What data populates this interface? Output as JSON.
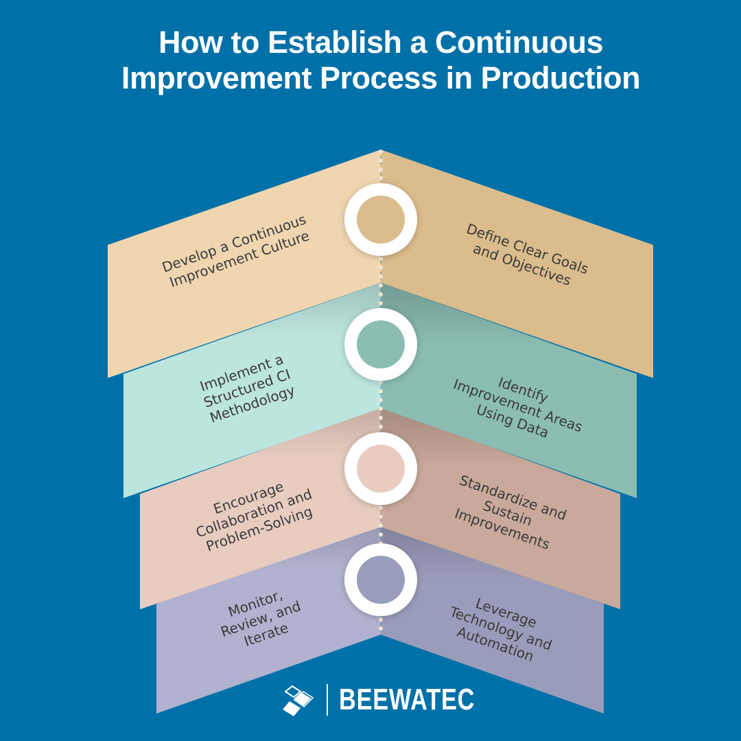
{
  "header": {
    "title_line1": "How to Establish a Continuous",
    "title_line2": "Improvement Process in Production"
  },
  "colors": {
    "background": "#0070A8",
    "band1_left": "#EFD6B0",
    "band1_right": "#DBBC8C",
    "band2_left": "#BCE5DE",
    "band2_right": "#8BBDB2",
    "band3_left": "#E8CCC0",
    "band3_right": "#C9A99B",
    "band4_left": "#B1B2CF",
    "band4_right": "#9A9CBB",
    "ring": "#FFFFFF"
  },
  "steps": [
    {
      "side": "left",
      "band": 1,
      "line1": "Develop a Continuous",
      "line2": "Improvement Culture",
      "line3": ""
    },
    {
      "side": "right",
      "band": 1,
      "line1": "Define Clear Goals",
      "line2": "and Objectives",
      "line3": ""
    },
    {
      "side": "left",
      "band": 2,
      "line1": "Implement a",
      "line2": "Structured CI",
      "line3": "Methodology"
    },
    {
      "side": "right",
      "band": 2,
      "line1": "Identify",
      "line2": "Improvement Areas",
      "line3": "Using Data"
    },
    {
      "side": "left",
      "band": 3,
      "line1": "Encourage",
      "line2": "Collaboration and",
      "line3": "Problem-Solving"
    },
    {
      "side": "right",
      "band": 3,
      "line1": "Standardize and",
      "line2": "Sustain",
      "line3": "Improvements"
    },
    {
      "side": "left",
      "band": 4,
      "line1": "Monitor,",
      "line2": "Review, and",
      "line3": "Iterate"
    },
    {
      "side": "right",
      "band": 4,
      "line1": "Leverage",
      "line2": "Technology and",
      "line3": "Automation"
    }
  ],
  "footer": {
    "brand": "BEEWATEC",
    "logo_icon": "beewatec-diamond-icon"
  }
}
